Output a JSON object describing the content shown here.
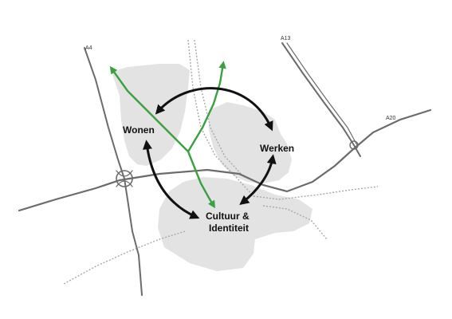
{
  "roads": {
    "a4": "A4",
    "a13": "A13",
    "a20": "A20"
  },
  "zones": {
    "wonen": "Wonen",
    "werken": "Werken",
    "cultuur_line1": "Cultuur &",
    "cultuur_line2": "Identiteit"
  },
  "colors": {
    "area": "#e3e3e3",
    "highway": "#6b6b6b",
    "railway": "#a8a8a8",
    "arrow": "#111111",
    "green_route": "#3aa040"
  }
}
